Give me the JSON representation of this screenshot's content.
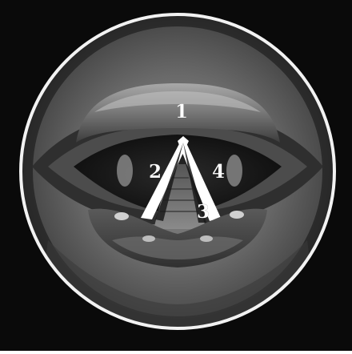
{
  "figure": {
    "subject": "larynx-endoscopic-view",
    "labels": [
      {
        "id": "label-1",
        "text": "1"
      },
      {
        "id": "label-2",
        "text": "2"
      },
      {
        "id": "label-3",
        "text": "3"
      },
      {
        "id": "label-4",
        "text": "4"
      }
    ],
    "colors": {
      "frame_background": "#0a0a0a",
      "circle_border": "#f2f2f2",
      "fold_highlight": "#ffffff",
      "tissue_mid": "#6e6e6e",
      "tissue_dark": "#1a1a1a"
    }
  }
}
